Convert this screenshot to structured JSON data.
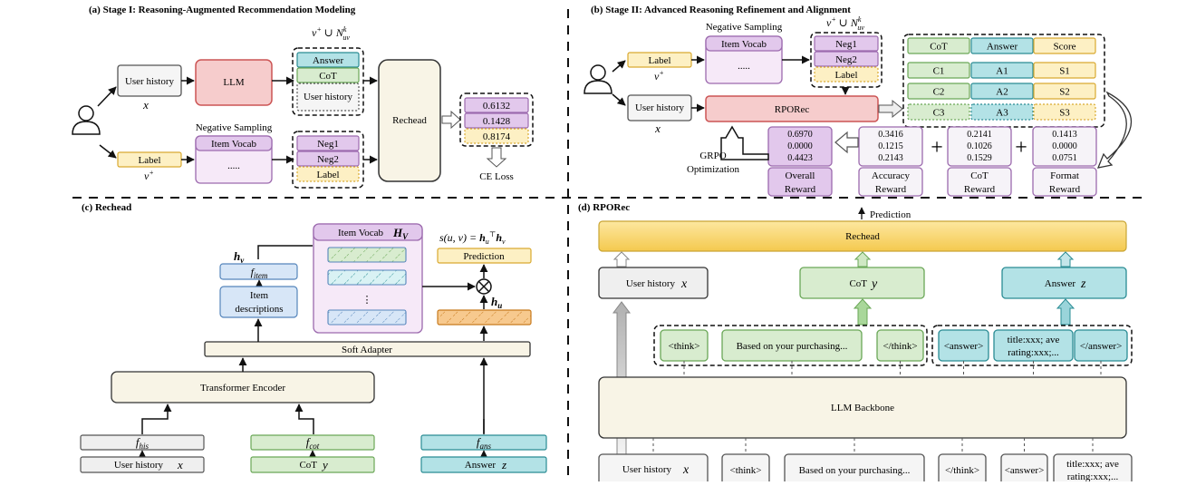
{
  "panel_a": {
    "title": "(a) Stage I: Reasoning-Augmented Recommendation Modeling",
    "user_history": "User history",
    "user_history_var": "x",
    "label": "Label",
    "label_var": "v+",
    "llm": "LLM",
    "neg_sampling": "Negative Sampling",
    "item_vocab": "Item Vocab",
    "dots": ".....",
    "set_label": "v+ ∪ Nkuv",
    "output_answer": "Answer",
    "output_cot": "CoT",
    "output_user_history": "User history",
    "negs": [
      "Neg1",
      "Neg2",
      "Label"
    ],
    "rechead": "Rechead",
    "scores": [
      "0.6132",
      "0.1428",
      "0.8174"
    ],
    "ce_loss": "CE Loss"
  },
  "panel_b": {
    "title": "(b) Stage II: Advanced Reasoning Refinement and Alignment",
    "label": "Label",
    "label_var": "v+",
    "neg_sampling": "Negative Sampling",
    "item_vocab": "Item Vocab",
    "dots": ".....",
    "set_label": "v+ ∪ Nkuv",
    "negs": [
      "Neg1",
      "Neg2",
      "Label"
    ],
    "user_history": "User history",
    "user_history_var": "x",
    "rporec": "RPORec",
    "table_header": [
      "CoT",
      "Answer",
      "Score"
    ],
    "table_rows": [
      [
        "C1",
        "A1",
        "S1"
      ],
      [
        "C2",
        "A2",
        "S2"
      ],
      [
        "C3",
        "A3",
        "S3"
      ]
    ],
    "grpo": "GRPO\nOptimization",
    "overall_values": [
      "0.6970",
      "0.0000",
      "0.4423"
    ],
    "overall_label": "Overall Reward",
    "accuracy_values": [
      "0.3416",
      "0.1215",
      "0.2143"
    ],
    "accuracy_label": "Accuracy Reward",
    "cot_values": [
      "0.2141",
      "0.1026",
      "0.1529"
    ],
    "cot_label": "CoT Reward",
    "format_values": [
      "0.1413",
      "0.0000",
      "0.0751"
    ],
    "format_label": "Format Reward",
    "plus": "+"
  },
  "panel_c": {
    "title": "(c) Rechead",
    "hv": "hv",
    "f_item": "fitem",
    "item_desc": "Item descriptions",
    "item_vocab": "Item Vocab",
    "hv_matrix": "HV",
    "score_formula": "s(u, v) = hu⊤hv",
    "prediction": "Prediction",
    "hu": "hu",
    "soft_adapter": "Soft Adapter",
    "transformer_encoder": "Transformer Encoder",
    "f_his": "fhis",
    "f_cot": "fcot",
    "f_ans": "fans",
    "user_history": "User history",
    "user_history_var": "x",
    "cot": "CoT",
    "cot_var": "y",
    "answer": "Answer",
    "answer_var": "z",
    "vdots": "⋮"
  },
  "panel_d": {
    "title": "(d) RPORec",
    "prediction": "Prediction",
    "rechead": "Rechead",
    "user_history": "User history",
    "user_history_var": "x",
    "cot": "CoT",
    "cot_var": "y",
    "answer": "Answer",
    "answer_var": "z",
    "tokens_top": [
      "<think>",
      "Based on your purchasing...",
      "</think>",
      "<answer>",
      "title:xxx; ave rating:xxx;...",
      "</answer>"
    ],
    "llm_backbone": "LLM Backbone",
    "tokens_bottom": [
      "User history",
      "<think>",
      "Based on your purchasing...",
      "</think>",
      "<answer>",
      "title:xxx; ave rating:xxx;..."
    ]
  },
  "colors": {
    "llm_fill": "#f6cccc",
    "llm_stroke": "#cc5555",
    "label_fill": "#fdf0c4",
    "label_stroke": "#d9a930",
    "vocab_fill": "#f6e9f8",
    "vocab_stroke": "#9c6aae",
    "vocab_head": "#e2c8ec",
    "answer_fill": "#b3e2e6",
    "answer_stroke": "#2a8c94",
    "cot_fill": "#d8eccf",
    "cot_stroke": "#6aa757",
    "blue_fill": "#d7e6f7",
    "blue_stroke": "#5585bb",
    "rechead_top": "#fde7a0",
    "rechead_bot": "#f4c94e",
    "cream_fill": "#f8f4e6",
    "grey_fill": "#efefef"
  }
}
